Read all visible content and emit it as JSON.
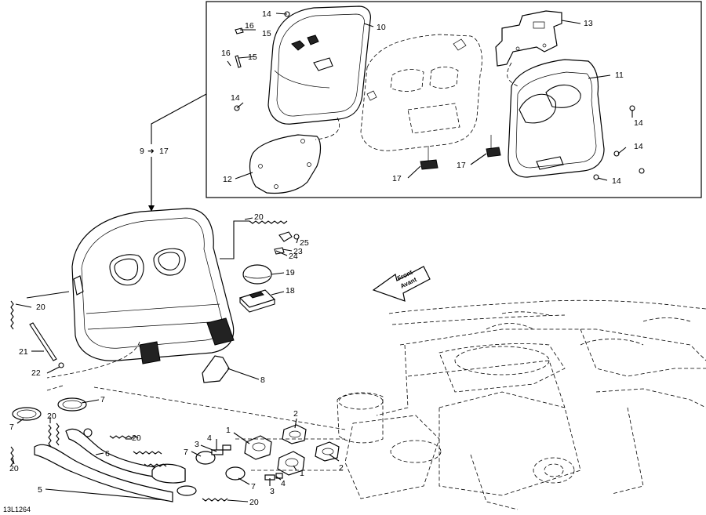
{
  "diagram_id": "13L1264",
  "front_label": {
    "line1": "Front",
    "line2": "Avant"
  },
  "range_label": {
    "from": "9",
    "arrow": "➜",
    "to": "17"
  },
  "callouts": {
    "c10": "10",
    "c11": "11",
    "c12": "12",
    "c13": "13",
    "c14a": "14",
    "c14b": "14",
    "c14c": "14",
    "c14d": "14",
    "c14e": "14",
    "c15a": "15",
    "c15b": "15",
    "c16a": "16",
    "c16b": "16",
    "c17a": "17",
    "c17b": "17",
    "c20a": "20",
    "c25": "25",
    "c23": "23",
    "c24": "24",
    "c19": "19",
    "c18": "18",
    "c20b": "20",
    "c21": "21",
    "c22": "22",
    "c8": "8",
    "c7a": "7",
    "c7b": "7",
    "c7c": "7",
    "c7d": "7",
    "c20c": "20",
    "c20d": "20",
    "c20e": "20",
    "c20f": "20",
    "c6": "6",
    "c5": "5",
    "c4a": "4",
    "c4b": "4",
    "c3a": "3",
    "c3b": "3",
    "c1a": "1",
    "c1b": "1",
    "c2a": "2",
    "c2b": "2"
  }
}
